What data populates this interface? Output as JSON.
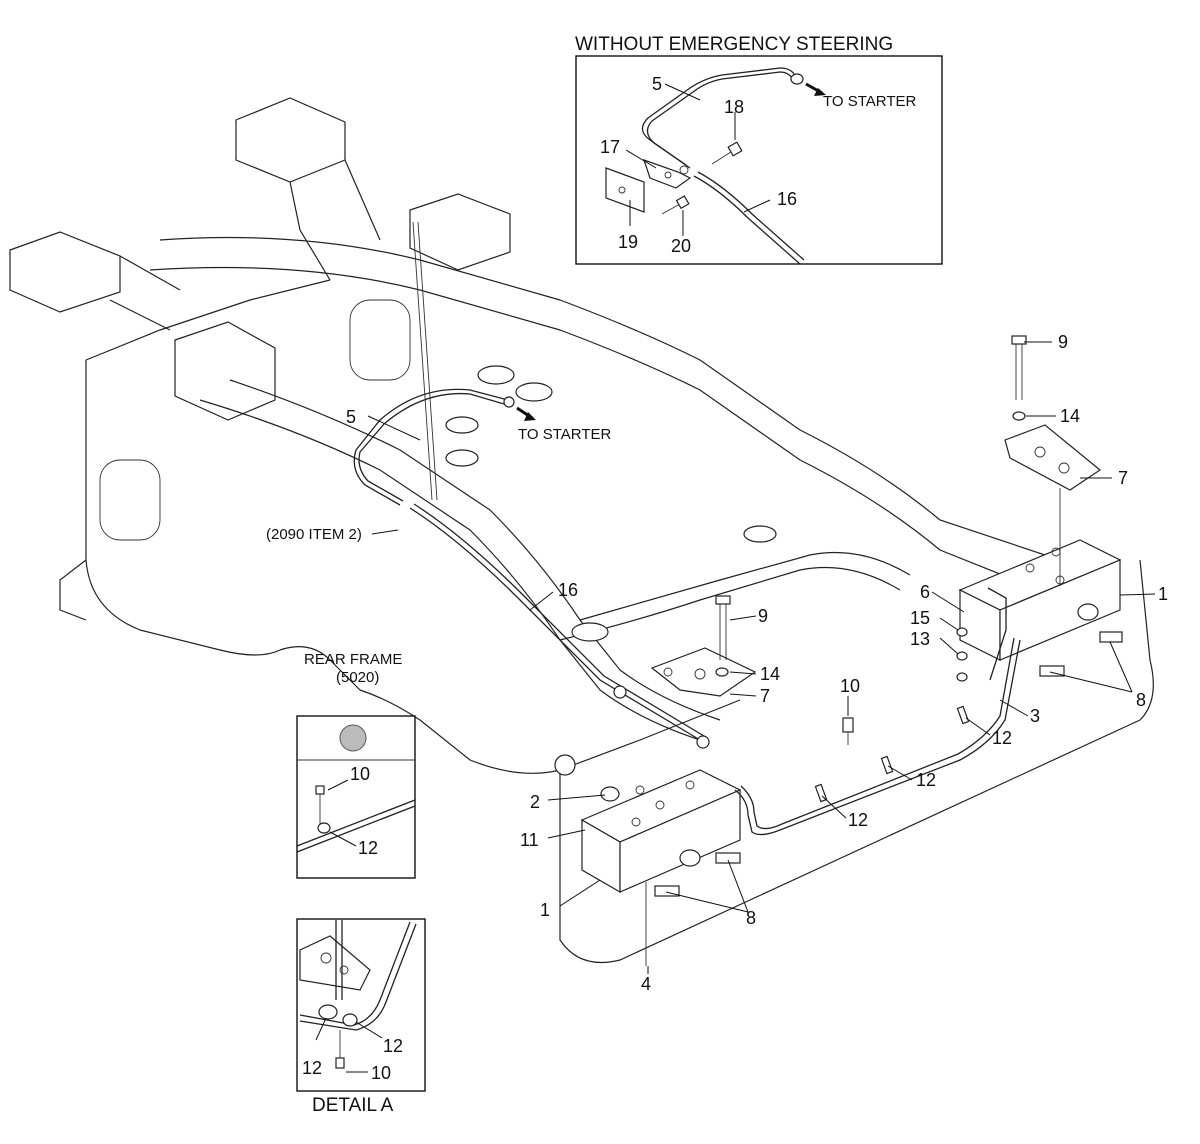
{
  "header_title": "WITHOUT EMERGENCY STEERING",
  "labels": {
    "to_starter_inset": "TO STARTER",
    "to_starter_main": "TO STARTER",
    "ref_item": "(2090 ITEM 2)",
    "rear_frame": "REAR FRAME",
    "rear_frame_ref": "(5020)",
    "detail_a": "DETAIL A"
  },
  "callouts": {
    "inset": [
      "5",
      "18",
      "17",
      "16",
      "19",
      "20"
    ],
    "main": [
      "9",
      "14",
      "7",
      "5",
      "1",
      "6",
      "15",
      "13",
      "16",
      "9",
      "14",
      "7",
      "10",
      "3",
      "8",
      "12",
      "12",
      "12",
      "2",
      "11",
      "1",
      "8",
      "4"
    ],
    "detail_top": [
      "10",
      "12"
    ],
    "detail_a": [
      "12",
      "12",
      "10"
    ]
  }
}
